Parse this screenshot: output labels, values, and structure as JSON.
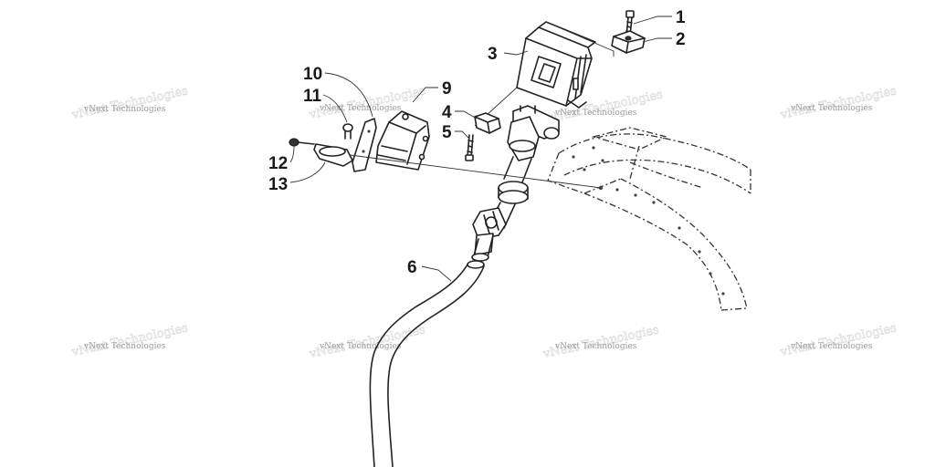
{
  "diagram": {
    "callouts": [
      {
        "id": "c1",
        "label": "1"
      },
      {
        "id": "c2",
        "label": "2"
      },
      {
        "id": "c3",
        "label": "3"
      },
      {
        "id": "c4",
        "label": "4"
      },
      {
        "id": "c5",
        "label": "5"
      },
      {
        "id": "c6",
        "label": "6"
      },
      {
        "id": "c9",
        "label": "9"
      },
      {
        "id": "c10",
        "label": "10"
      },
      {
        "id": "c11",
        "label": "11"
      },
      {
        "id": "c12",
        "label": "12"
      },
      {
        "id": "c13",
        "label": "13"
      }
    ],
    "watermark": {
      "text": "vNext Technologies"
    }
  },
  "colors": {
    "line": "#222222",
    "watermark": "#9a9a9a",
    "background": "#ffffff"
  }
}
